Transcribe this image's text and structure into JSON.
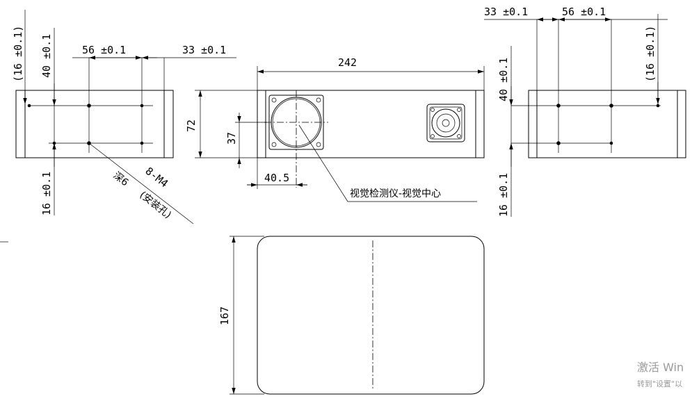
{
  "left_view": {
    "dim_16_top": "(16 ±0.1)",
    "dim_40": "40 ±0.1",
    "dim_56": "56 ±0.1",
    "dim_33": "33 ±0.1",
    "dim_16_bottom": "16 ±0.1",
    "note_thread": "8-M4",
    "note_depth": "深6",
    "note_purpose": "(安装孔)"
  },
  "front_view": {
    "dim_length": "242",
    "dim_height": "72",
    "dim_center_y": "37",
    "dim_center_x": "40.5",
    "label_vision_center": "视觉检测仪-视觉中心"
  },
  "right_view": {
    "dim_33": "33 ±0.1",
    "dim_56": "56 ±0.1",
    "dim_16_top": "(16 ±0.1)",
    "dim_40": "40 ±0.1",
    "dim_16_bottom": "16 ±0.1"
  },
  "bottom_view": {
    "dim_height": "167"
  },
  "watermark": {
    "line1": "激活 Win",
    "line2": "转到\"设置\"以"
  }
}
